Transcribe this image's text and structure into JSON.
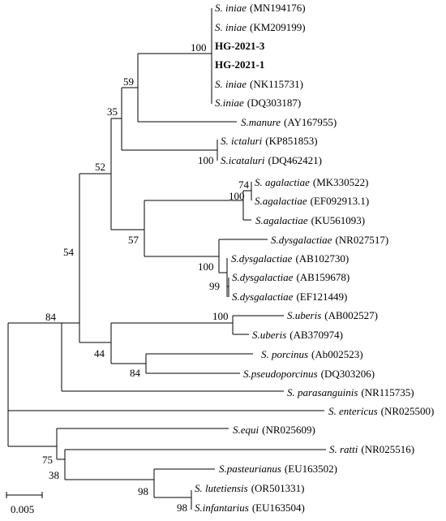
{
  "tree": {
    "leaves": [
      {
        "id": "l1",
        "name": "S. iniae",
        "acc": "(MN194176)"
      },
      {
        "id": "l2",
        "name": "S. iniae",
        "acc": "(KM209199)"
      },
      {
        "id": "l3",
        "name": "",
        "bold": "HG-2021-3"
      },
      {
        "id": "l4",
        "name": "",
        "bold": "HG-2021-1"
      },
      {
        "id": "l5",
        "name": "S. iniae",
        "acc": "(NK115731)"
      },
      {
        "id": "l6",
        "name": "S.iniae",
        "acc": "(DQ303187)"
      },
      {
        "id": "l7",
        "name": "S.manure",
        "acc": "(AY167955)"
      },
      {
        "id": "l8",
        "name": "S. ictaluri",
        "acc": "(KP851853)"
      },
      {
        "id": "l9",
        "name": "S.icataluri",
        "acc": "(DQ462421)"
      },
      {
        "id": "l10",
        "name": "S. agalactiae",
        "acc": "(MK330522)"
      },
      {
        "id": "l11",
        "name": "S.agalactiae",
        "acc": "(EF092913.1)"
      },
      {
        "id": "l12",
        "name": "S.agalactiae",
        "acc": "(KU561093)"
      },
      {
        "id": "l13",
        "name": "S.dysgalactiae",
        "acc": "(NR027517)"
      },
      {
        "id": "l14",
        "name": "S.dysgalactiae",
        "acc": "(AB102730)"
      },
      {
        "id": "l15",
        "name": "S.dysgalactiae",
        "acc": "(AB159678)"
      },
      {
        "id": "l16",
        "name": "S.dysgalactiae",
        "acc": "(EF121449)"
      },
      {
        "id": "l17",
        "name": "S.uberis",
        "acc": "(AB002527)"
      },
      {
        "id": "l18",
        "name": "S.uberis",
        "acc": "(AB370974)"
      },
      {
        "id": "l19",
        "name": "S. porcinus",
        "acc": "(Ab002523)"
      },
      {
        "id": "l20",
        "name": "S.pseudoporcinus",
        "acc": "(DQ303206)"
      },
      {
        "id": "l21",
        "name": "S. parasanguinis",
        "acc": "(NR115735)"
      },
      {
        "id": "l22",
        "name": "S. entericus",
        "acc": "(NR025500)"
      },
      {
        "id": "l23",
        "name": "S.equi",
        "acc": "(NR025609)"
      },
      {
        "id": "l24",
        "name": "S. ratti",
        "acc": "(NR025516)"
      },
      {
        "id": "l25",
        "name": "S.pasteurianus",
        "acc": "(EU163502)"
      },
      {
        "id": "l26",
        "name": "S. lutetiensis",
        "acc": "(OR501331)"
      },
      {
        "id": "l27",
        "name": "S.infantarius",
        "acc": "(EU163504)"
      }
    ],
    "bootstraps": {
      "b100_iniae": "100",
      "b59": "59",
      "b35": "35",
      "b100_ictaluri": "100",
      "b52": "52",
      "b74": "74",
      "b100_agal": "100",
      "b57": "57",
      "b100_dysg": "100",
      "b99": "99",
      "b54": "54",
      "b84_top": "84",
      "b100_uberis": "100",
      "b44": "44",
      "b84_porc": "84",
      "b75": "75",
      "b38": "38",
      "b98_a": "98",
      "b98_b": "98"
    },
    "scale_bar": {
      "label": "0.005"
    }
  }
}
